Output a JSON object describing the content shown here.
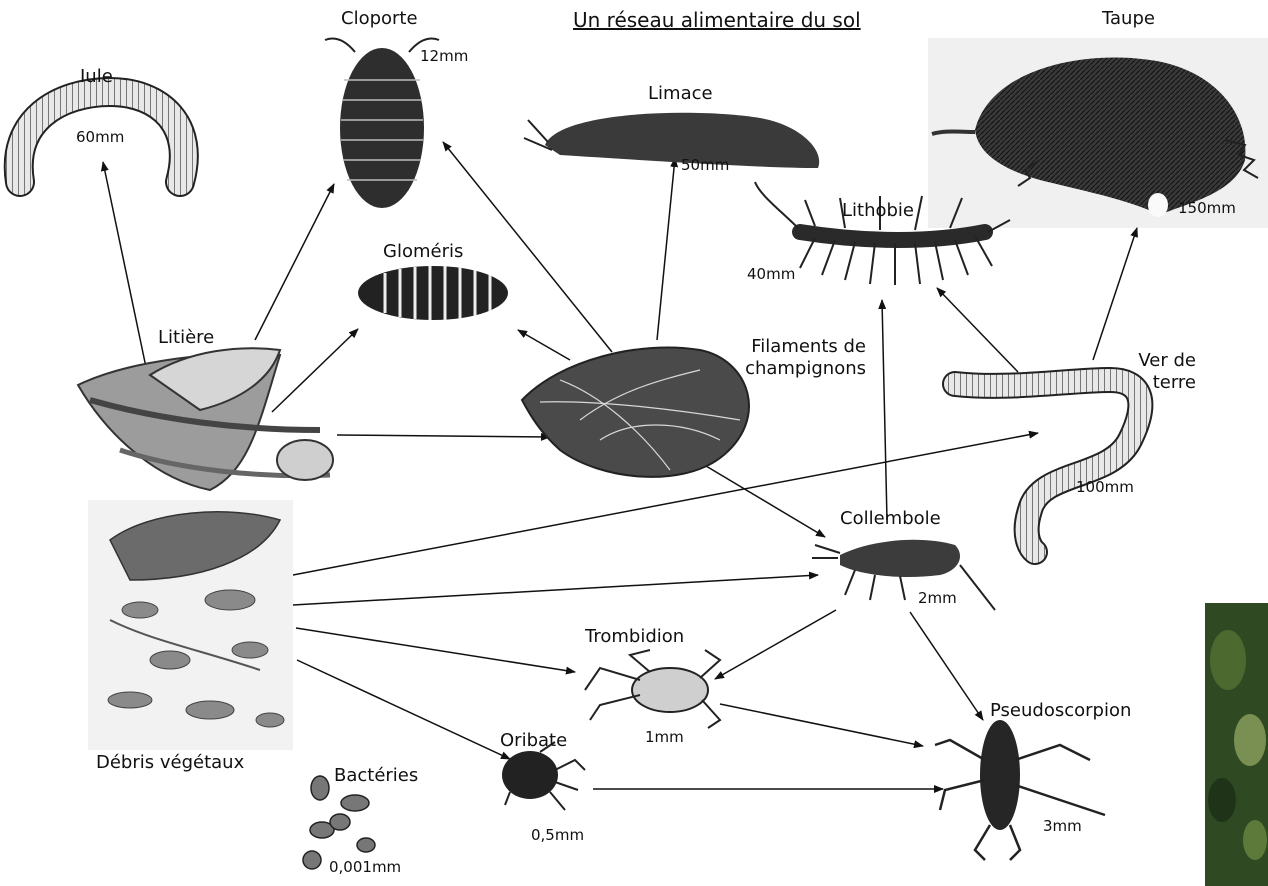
{
  "title": "Un réseau alimentaire du sol",
  "nodes": {
    "iule": {
      "label": "Iule",
      "size": "60mm"
    },
    "cloporte": {
      "label": "Cloporte",
      "size": "12mm"
    },
    "glomeris": {
      "label": "Gloméris"
    },
    "limace": {
      "label": "Limace",
      "size": "50mm"
    },
    "lithobie": {
      "label": "Lithobie",
      "size": "40mm"
    },
    "taupe": {
      "label": "Taupe",
      "size": "150mm"
    },
    "litiere": {
      "label": "Litière"
    },
    "filaments": {
      "label_line1": "Filaments de",
      "label_line2": "champignons"
    },
    "ver": {
      "label_line1": "Ver de",
      "label_line2": "terre",
      "size": "100mm"
    },
    "collembole": {
      "label": "Collembole",
      "size": "2mm"
    },
    "debris": {
      "label": "Débris végétaux"
    },
    "trombidion": {
      "label": "Trombidion",
      "size": "1mm"
    },
    "oribate": {
      "label": "Oribate",
      "size": "0,5mm"
    },
    "pseudoscorpion": {
      "label": "Pseudoscorpion",
      "size": "3mm"
    },
    "bacteries": {
      "label": "Bactéries",
      "size": "0,001mm"
    }
  },
  "links": [
    {
      "from": "litiere",
      "to": "iule"
    },
    {
      "from": "litiere",
      "to": "cloporte"
    },
    {
      "from": "litiere",
      "to": "glomeris"
    },
    {
      "from": "litiere",
      "to": "filaments"
    },
    {
      "from": "filaments",
      "to": "cloporte"
    },
    {
      "from": "filaments",
      "to": "glomeris"
    },
    {
      "from": "filaments",
      "to": "limace"
    },
    {
      "from": "filaments",
      "to": "collembole"
    },
    {
      "from": "debris",
      "to": "ver"
    },
    {
      "from": "debris",
      "to": "collembole"
    },
    {
      "from": "debris",
      "to": "trombidion"
    },
    {
      "from": "debris",
      "to": "oribate"
    },
    {
      "from": "ver",
      "to": "taupe"
    },
    {
      "from": "ver",
      "to": "lithobie"
    },
    {
      "from": "collembole",
      "to": "lithobie"
    },
    {
      "from": "collembole",
      "to": "trombidion"
    },
    {
      "from": "collembole",
      "to": "pseudoscorpion"
    },
    {
      "from": "trombidion",
      "to": "pseudoscorpion"
    },
    {
      "from": "oribate",
      "to": "pseudoscorpion"
    }
  ]
}
